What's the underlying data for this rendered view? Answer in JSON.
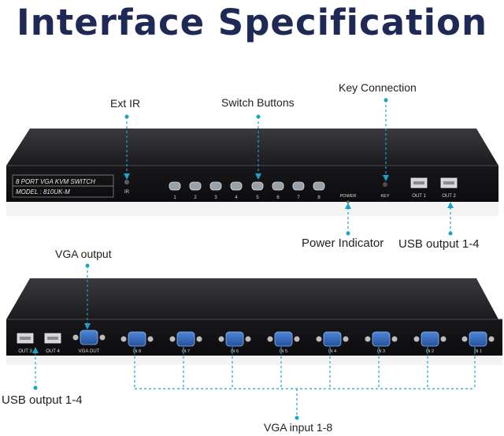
{
  "title": "Interface Specification",
  "callouts": {
    "ext_ir": "Ext IR",
    "switch_buttons": "Switch Buttons",
    "key_connection": "Key Connection",
    "power_indicator": "Power Indicator",
    "usb_output_front": "USB output 1-4",
    "vga_output": "VGA output",
    "usb_output_back": "USB output 1-4",
    "vga_input": "VGA input 1-8"
  },
  "front_panel": {
    "model_line1": "8 PORT VGA KVM SWITCH",
    "model_line2": "MODEL : 810UK-M",
    "ir_label": "IR",
    "buttons": [
      "1",
      "2",
      "3",
      "4",
      "5",
      "6",
      "7",
      "8"
    ],
    "power_label": "POWER",
    "key_label": "KEY",
    "usb": [
      "OUT 1",
      "OUT 2"
    ]
  },
  "back_panel": {
    "usb": [
      "OUT 3",
      "OUT 4"
    ],
    "vga_out_label": "VGA OUT",
    "vga_inputs": [
      "IN 8",
      "IN 7",
      "IN 6",
      "IN 5",
      "IN 4",
      "IN 3",
      "IN 2",
      "IN 1"
    ]
  },
  "colors": {
    "title": "#1e2a55",
    "arrow": "#1aa3c9",
    "device": "#1c1c1f",
    "vga_port": "#2f63b8"
  }
}
